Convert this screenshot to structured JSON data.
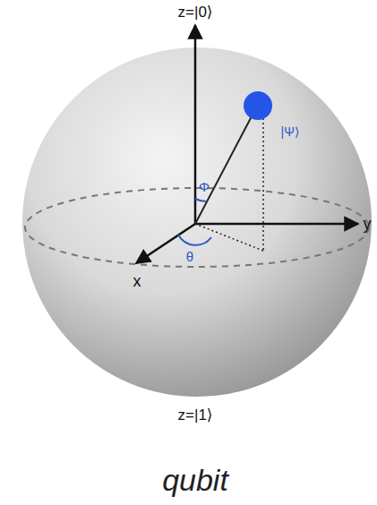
{
  "diagram": {
    "caption": "qubit",
    "labels": [
      "z=|0⟩",
      "|Ψ⟩",
      "Φ",
      "θ",
      "x",
      "y",
      "z=|1⟩"
    ]
  }
}
